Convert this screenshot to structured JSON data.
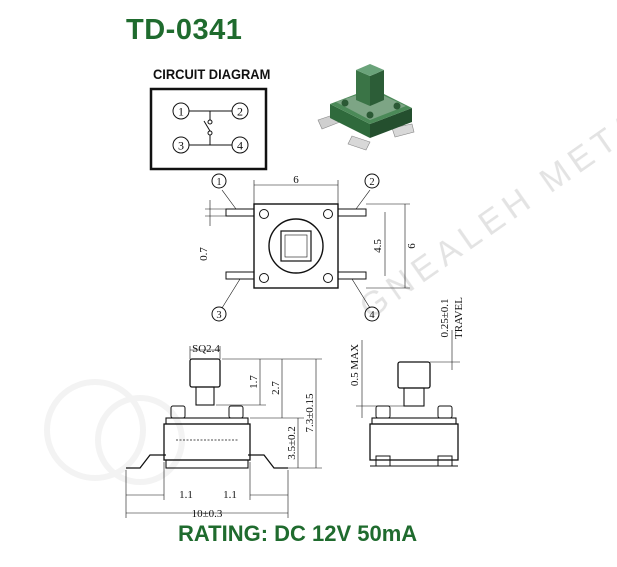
{
  "title": "TD-0341",
  "circuit": {
    "title": "CIRCUIT DIAGRAM",
    "pins": [
      "1",
      "2",
      "3",
      "4"
    ]
  },
  "top_view": {
    "pins": [
      "1",
      "2",
      "3",
      "4"
    ],
    "dim_width": "6",
    "dim_height": "6",
    "dim_pitch": "4.5",
    "dim_pin": "0.7"
  },
  "front_view": {
    "dim_sq": "SQ2.4",
    "dim_knob": "1.7",
    "dim_stem": "2.7",
    "dim_body": "3.5±0.2",
    "dim_total": "7.3±0.15",
    "dim_left": "1.1",
    "dim_right": "1.1",
    "dim_width": "10±0.3"
  },
  "side_view": {
    "dim_max": "0.5 MAX",
    "dim_travel": "0.25±0.1",
    "travel_label": "TRAVEL"
  },
  "rating": "RATING: DC 12V 50mA",
  "watermark": "GNEALEH METAL",
  "colors": {
    "brand_green": "#1f6b2e",
    "part_green": "#3c7a4a",
    "line": "#111111"
  }
}
